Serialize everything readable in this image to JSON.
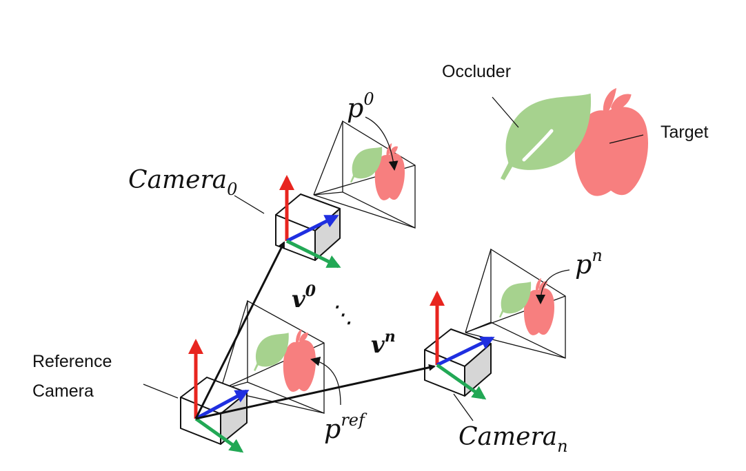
{
  "labels": {
    "occluder": "Occluder",
    "target": "Target",
    "reference_camera_line1": "Reference",
    "reference_camera_line2": "Camera",
    "camera0_base": "Camera",
    "camera0_sub": "0",
    "cameran_base": "Camera",
    "cameran_sub": "n",
    "p0_base": "p",
    "p0_sup": "0",
    "pn_base": "p",
    "pn_sup": "n",
    "pref_base": "p",
    "pref_sup": "ref",
    "v0_base": "v",
    "v0_sup": "0",
    "vn_base": "v",
    "vn_sup": "n",
    "ellipsis": "⋱"
  },
  "colors": {
    "axis_red": "#e8251f",
    "axis_blue": "#1f2fe0",
    "axis_green": "#22a855",
    "leaf_green": "#a6d28e",
    "apple_red": "#f77f7f",
    "box_side": "#d6d6d6"
  },
  "icons": {
    "occluder": "leaf-icon",
    "target": "apple-icon"
  }
}
